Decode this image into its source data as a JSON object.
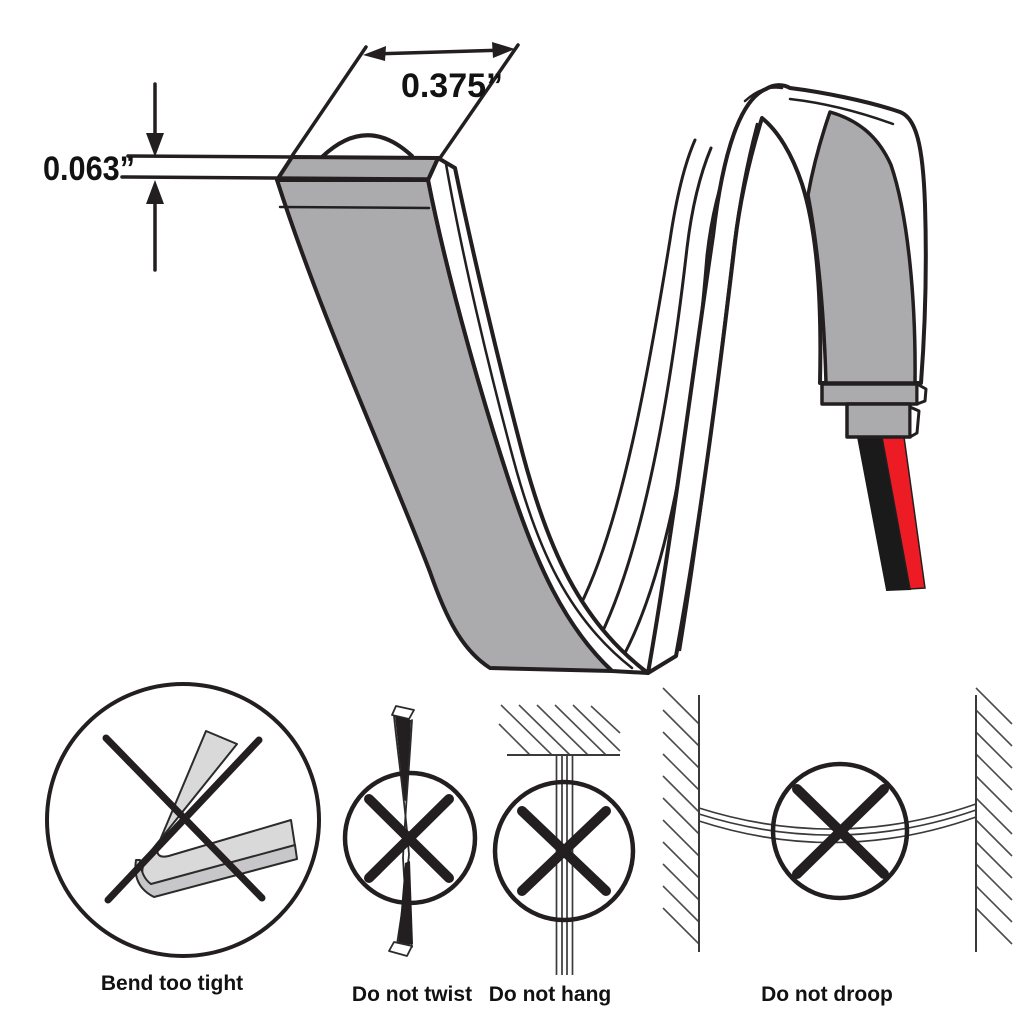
{
  "dimensions": {
    "width": "0.375”",
    "thickness": "0.063”"
  },
  "warnings": [
    {
      "id": "bend-too-tight",
      "label": "Bend too tight"
    },
    {
      "id": "do-not-twist",
      "label": "Do not twist"
    },
    {
      "id": "do-not-hang",
      "label": "Do not hang"
    },
    {
      "id": "do-not-droop",
      "label": "Do not droop"
    }
  ],
  "colors": {
    "outline": "#231f20",
    "strip_gray": "#ababad",
    "icon_gray": "#d9d9d9",
    "wire_red": "#ed1c24",
    "wire_black": "#1a1a1a",
    "bg": "#ffffff"
  }
}
